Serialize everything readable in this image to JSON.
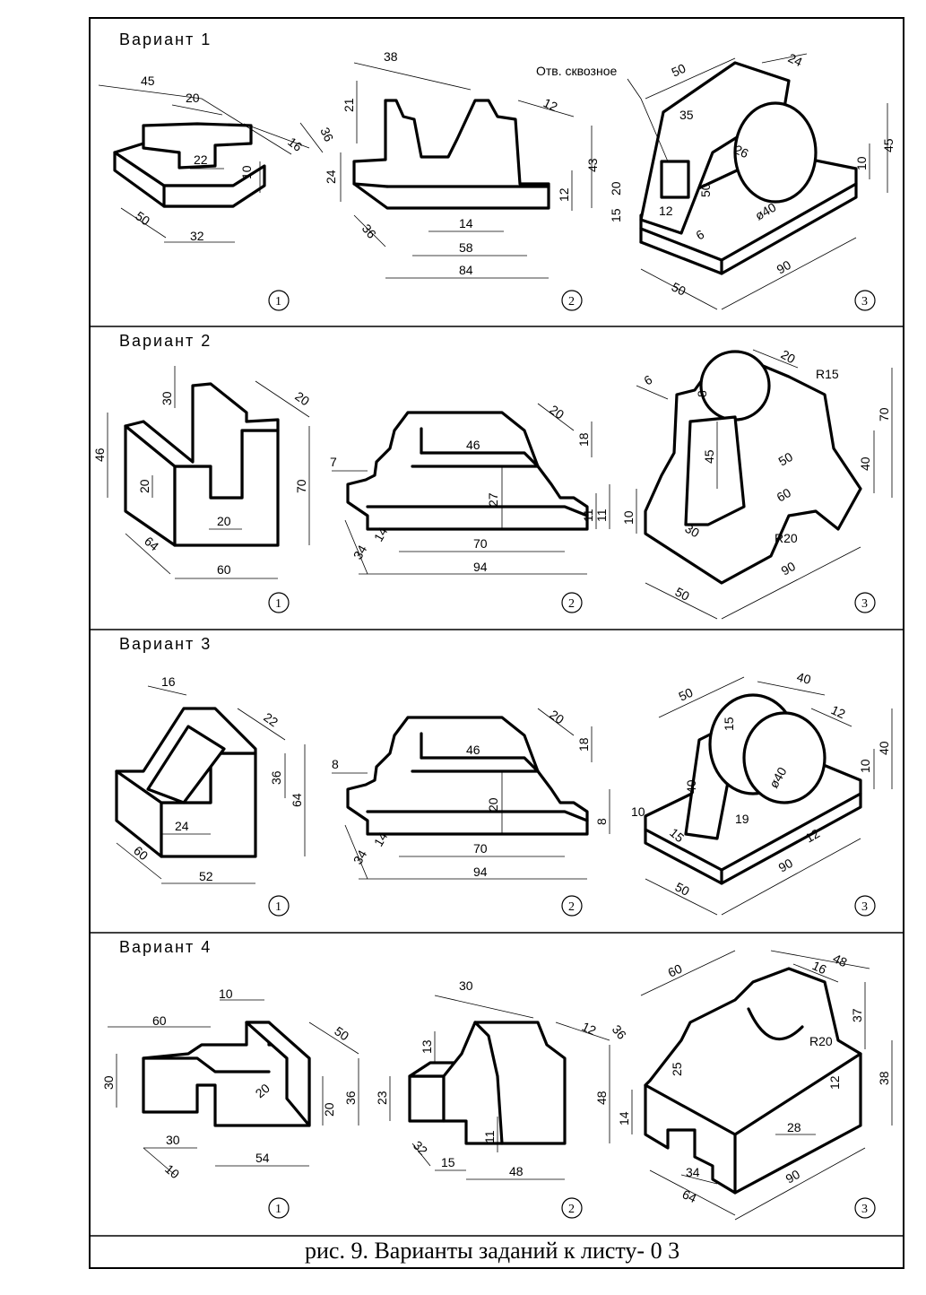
{
  "variants": [
    {
      "label": "Вариант 1",
      "parts": [
        {
          "number": "1",
          "dims": [
            "45",
            "20",
            "16",
            "36",
            "22",
            "10",
            "24",
            "50",
            "32"
          ]
        },
        {
          "number": "2",
          "dims": [
            "38",
            "21",
            "12",
            "43",
            "12",
            "14",
            "58",
            "84",
            "36"
          ]
        },
        {
          "number": "3",
          "note": "Отв. сквозное",
          "dims": [
            "50",
            "24",
            "35",
            "26",
            "45",
            "10",
            "50",
            "20",
            "15",
            "12",
            "6",
            "ø40",
            "50",
            "90"
          ]
        }
      ]
    },
    {
      "label": "Вариант 2",
      "parts": [
        {
          "number": "1",
          "dims": [
            "30",
            "20",
            "46",
            "20",
            "70",
            "20",
            "64",
            "60"
          ]
        },
        {
          "number": "2",
          "dims": [
            "20",
            "46",
            "18",
            "7",
            "27",
            "11",
            "11",
            "70",
            "14",
            "34",
            "94"
          ]
        },
        {
          "number": "3",
          "dims": [
            "20",
            "6",
            "8",
            "R15",
            "70",
            "45",
            "50",
            "40",
            "60",
            "10",
            "30",
            "R20",
            "50",
            "90"
          ]
        }
      ]
    },
    {
      "label": "Вариант 3",
      "parts": [
        {
          "number": "1",
          "dims": [
            "16",
            "22",
            "36",
            "64",
            "24",
            "60",
            "52"
          ]
        },
        {
          "number": "2",
          "dims": [
            "20",
            "46",
            "18",
            "8",
            "20",
            "8",
            "70",
            "14",
            "34",
            "94"
          ]
        },
        {
          "number": "3",
          "dims": [
            "50",
            "40",
            "12",
            "15",
            "40",
            "10",
            "40",
            "ø40",
            "10",
            "15",
            "19",
            "12",
            "50",
            "90"
          ]
        }
      ]
    },
    {
      "label": "Вариант 4",
      "parts": [
        {
          "number": "1",
          "dims": [
            "10",
            "60",
            "50",
            "30",
            "20",
            "36",
            "20",
            "30",
            "54",
            "10"
          ]
        },
        {
          "number": "2",
          "dims": [
            "30",
            "12",
            "36",
            "13",
            "23",
            "48",
            "11",
            "32",
            "15",
            "48"
          ]
        },
        {
          "number": "3",
          "dims": [
            "60",
            "48",
            "16",
            "37",
            "R20",
            "25",
            "38",
            "14",
            "12",
            "28",
            "34",
            "64",
            "90"
          ]
        }
      ]
    }
  ],
  "caption": "рис. 9. Варианты заданий к листу- 0 3"
}
